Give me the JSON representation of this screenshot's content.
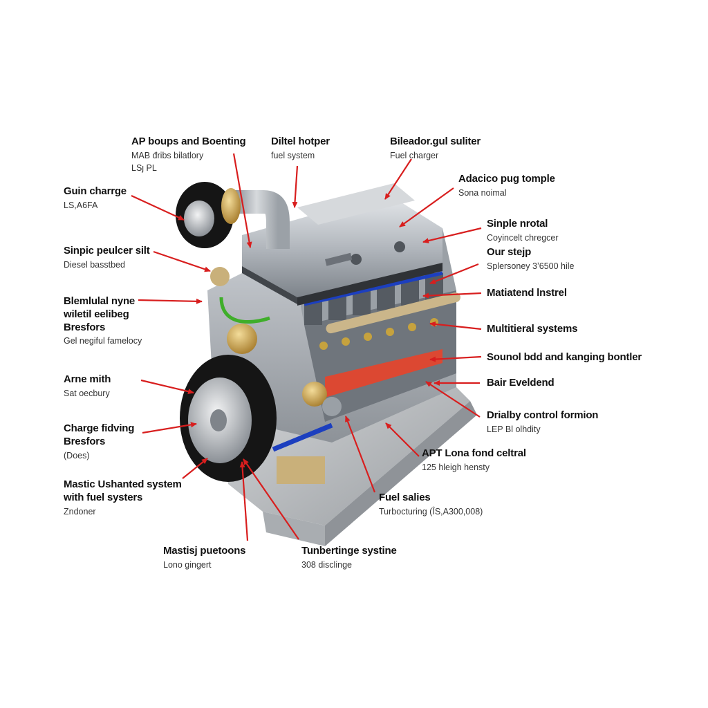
{
  "labels": [
    {
      "id": "top1",
      "title": [
        "AP boups and Boenting"
      ],
      "sub": [
        "MAB đribs bilatlory",
        "LSȷ PL"
      ]
    },
    {
      "id": "top2",
      "title": [
        "Diltel hotper"
      ],
      "sub": [
        "fuel system"
      ]
    },
    {
      "id": "top3",
      "title": [
        "Bileador.gul suliter"
      ],
      "sub": [
        "Fuel charger"
      ]
    },
    {
      "id": "l1",
      "title": [
        "Guin charrge"
      ],
      "sub": [
        "LS,A6FA"
      ]
    },
    {
      "id": "l2",
      "title": [
        "Sinpic peulcer silt"
      ],
      "sub": [
        "Diesel basstbed"
      ]
    },
    {
      "id": "l3",
      "title": [
        "Blemlulal nyne",
        "wiletil eelibeg",
        "Bresfors"
      ],
      "sub": [
        "Gel negiful famelocy"
      ]
    },
    {
      "id": "l4",
      "title": [
        "Arne mith"
      ],
      "sub": [
        "Sat oecbury"
      ]
    },
    {
      "id": "l5",
      "title": [
        "Charge fidving",
        "Bresfors"
      ],
      "sub": [
        "(Does)"
      ]
    },
    {
      "id": "l6",
      "title": [
        "Mastic Ushanted system",
        "with fuel systers"
      ],
      "sub": [
        "Zndoner"
      ]
    },
    {
      "id": "b1",
      "title": [
        "Mastisj puetoons"
      ],
      "sub": [
        "Lono gingert"
      ]
    },
    {
      "id": "b2",
      "title": [
        "Tunbertinge systine"
      ],
      "sub": [
        "308 disclinge"
      ]
    },
    {
      "id": "r1",
      "title": [
        "Adacico pug tomple"
      ],
      "sub": [
        "Sona noimal"
      ]
    },
    {
      "id": "r2",
      "title": [
        "Sinple nrotal"
      ],
      "sub": [
        "Coyincelt chregcer"
      ]
    },
    {
      "id": "r3",
      "title": [
        "Our stejp"
      ],
      "sub": [
        "Splersoney 3ʼ6500 hile"
      ]
    },
    {
      "id": "r4",
      "title": [
        "Matiatend lnstrel"
      ],
      "sub": []
    },
    {
      "id": "r5",
      "title": [
        "Multitieral systems"
      ],
      "sub": []
    },
    {
      "id": "r6",
      "title": [
        "Sounol bdd and kanging bontler"
      ],
      "sub": []
    },
    {
      "id": "r7",
      "title": [
        "Bair Eveldend"
      ],
      "sub": []
    },
    {
      "id": "r8",
      "title": [
        "Drialby control formion"
      ],
      "sub": [
        "LEP Bl olhdity"
      ]
    },
    {
      "id": "r9",
      "title": [
        "APT Lona fond celtral"
      ],
      "sub": [
        "125 hleigh hensty"
      ]
    },
    {
      "id": "r10",
      "title": [
        "Fuel salies"
      ],
      "sub": [
        "Turbocturing (ÎS,A300,008)"
      ]
    }
  ],
  "colors": {
    "arrow": "#d81e1e",
    "engine_metal": "#b9bec4",
    "engine_dark": "#3a3d42",
    "pulley": "#151515",
    "accent_red": "#e8442a",
    "accent_blue": "#1c3fbf",
    "accent_green": "#3fae2a",
    "brass": "#c9a04a"
  },
  "icons": {
    "pointer": "red-arrow-icon",
    "engine": "engine-illustration"
  }
}
